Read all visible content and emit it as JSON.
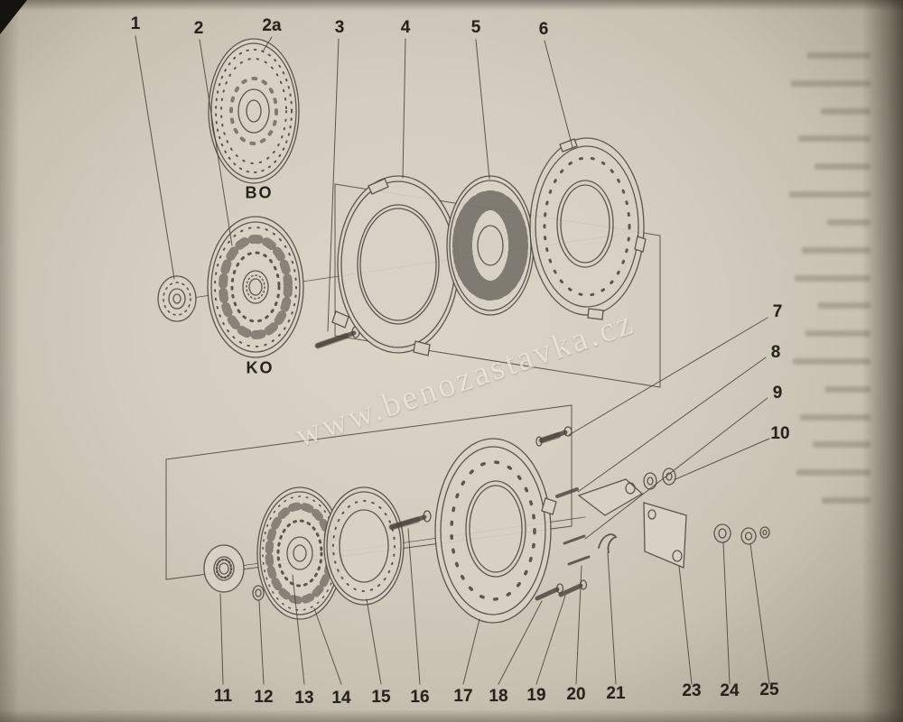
{
  "watermark": "www.benozastavka.cz",
  "labels": {
    "bo": "BO",
    "ko": "KO"
  },
  "callouts": {
    "top": [
      {
        "label": "1"
      },
      {
        "label": "2"
      },
      {
        "label": "2a"
      },
      {
        "label": "3"
      },
      {
        "label": "4"
      },
      {
        "label": "5"
      },
      {
        "label": "6"
      }
    ],
    "right": [
      {
        "label": "7"
      },
      {
        "label": "8"
      },
      {
        "label": "9"
      },
      {
        "label": "10"
      }
    ],
    "bottom": [
      {
        "label": "11"
      },
      {
        "label": "12"
      },
      {
        "label": "13"
      },
      {
        "label": "14"
      },
      {
        "label": "15"
      },
      {
        "label": "16"
      },
      {
        "label": "17"
      },
      {
        "label": "18"
      },
      {
        "label": "19"
      },
      {
        "label": "20"
      },
      {
        "label": "21"
      },
      {
        "label": "23"
      },
      {
        "label": "24"
      },
      {
        "label": "25"
      }
    ]
  }
}
